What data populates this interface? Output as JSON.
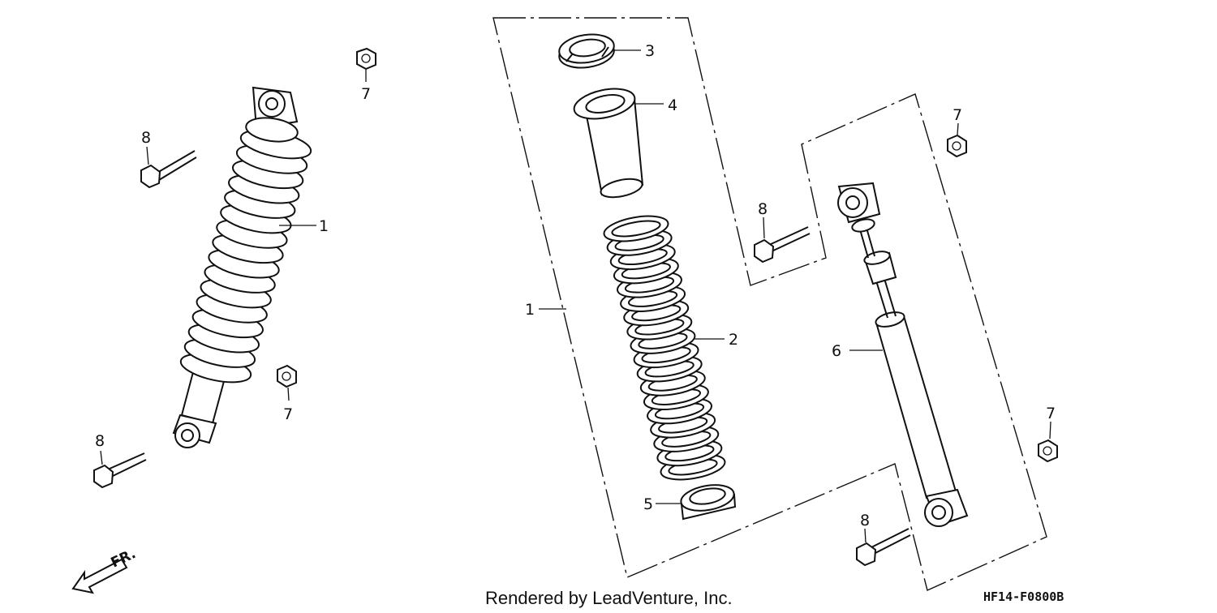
{
  "callouts": {
    "left_shock": "1",
    "left_nut_top": "7",
    "left_nut_mid": "7",
    "left_bolt_top": "8",
    "left_bolt_bottom": "8",
    "exploded_assembly": "1",
    "spring": "2",
    "spring_seat_stopper": "3",
    "collar": "4",
    "spring_seat_lower": "5",
    "damper": "6",
    "right_nut_top": "7",
    "right_nut_bottom": "7",
    "right_bolt_top": "8",
    "right_bolt_bottom": "8"
  },
  "direction_marker": "FR.",
  "credit": "Rendered by LeadVenture, Inc.",
  "diagram_code": "HF14-F0800B"
}
